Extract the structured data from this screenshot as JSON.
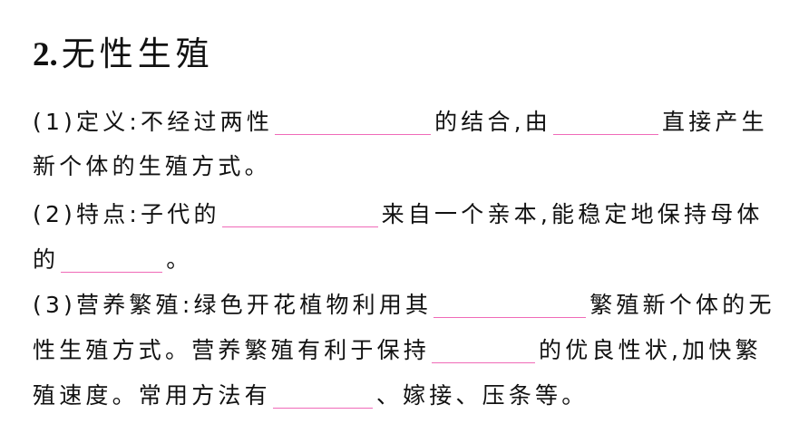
{
  "section": {
    "number": "2.",
    "title": "无性生殖"
  },
  "items": {
    "definition": {
      "label": "(1)定义:",
      "line1_a": "不经过两性",
      "line1_b": "的结合,由",
      "line1_c": "直接产生",
      "line2": "新个体的生殖方式。",
      "blanks": [
        "",
        ""
      ]
    },
    "features": {
      "label": "(2)特点:",
      "line1_a": "子代的",
      "line1_b": "来自一个亲本,能稳定地保持母体",
      "line2_a": "的",
      "line2_b": "。",
      "blanks": [
        "",
        ""
      ]
    },
    "vegetative": {
      "label": "(3)营养繁殖:",
      "line1_a": "绿色开花植物利用其",
      "line1_b": "繁殖新个体的无",
      "line2_a": "性生殖方式。营养繁殖有利于保持",
      "line2_b": "的优良性状,加快繁",
      "line3_a": "殖速度。常用方法有",
      "line3_b": "、嫁接、压条等。",
      "blanks": [
        "",
        "",
        ""
      ]
    }
  },
  "colors": {
    "blank_underline": "#f06ab8",
    "text": "#111111",
    "background": "#ffffff"
  }
}
